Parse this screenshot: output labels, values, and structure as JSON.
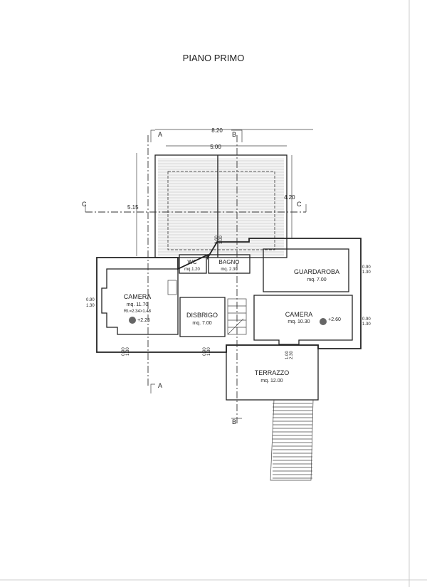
{
  "title": "PIANO PRIMO",
  "dimensions": {
    "overall_width": "8.20",
    "roof_width": "5.00",
    "left_height": "5.15",
    "right_height": "4.20"
  },
  "sections": {
    "a": "A",
    "b": "B",
    "c": "C"
  },
  "rooms": [
    {
      "name": "CAMERA",
      "area": "mq. 11.70",
      "note": "RI.=2.34>1.48",
      "level": "+2.25"
    },
    {
      "name": "WC",
      "area": "mq.1.20"
    },
    {
      "name": "BAGNO",
      "area": "mq. 2.30"
    },
    {
      "name": "GUARDAROBA",
      "area": "mq. 7.00"
    },
    {
      "name": "DISBRIGO",
      "area": "mq. 7.00"
    },
    {
      "name": "CAMERA",
      "area": "mq. 10.30",
      "level": "+2.60"
    },
    {
      "name": "TERRAZZO",
      "area": "mq. 12.00"
    }
  ],
  "openings": {
    "window": "0.90",
    "window_h": "1.30",
    "door": "1.00",
    "door_h": "2.30",
    "bagno_w": "0.60",
    "bagno_h": "1.00"
  }
}
